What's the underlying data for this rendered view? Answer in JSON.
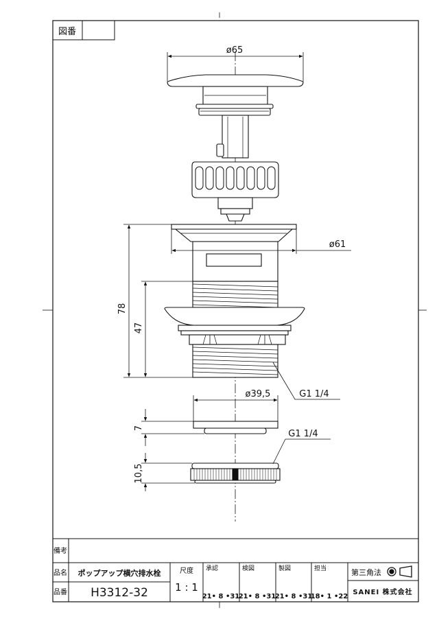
{
  "sheet": {
    "drawing_number_label": "図番",
    "drawing_number_value": ""
  },
  "dimensions": {
    "cap_diameter": "ø65",
    "flange_diameter": "ø61",
    "overall_length": "78",
    "thread_length": "47",
    "nut_diameter": "ø39,5",
    "thread_upper": "G1 1/4",
    "thread_lower": "G1 1/4",
    "washer_thickness": "7",
    "cap_nut_thickness": "10,5"
  },
  "title_block": {
    "remarks_label": "備考",
    "remarks_value": "",
    "name_label": "品名",
    "name_value": "ポップアップ横穴排水栓",
    "number_label": "品番",
    "number_value": "H3312-32",
    "scale_label": "尺度",
    "scale_value": "1 : 1",
    "approved_label": "承認",
    "approved_date": "21• 8 •31",
    "inspected_label": "検図",
    "inspected_date": "21• 8 •31",
    "drawn_label": "製図",
    "drawn_date": "21• 8 •31",
    "charge_label": "担当",
    "charge_date": "18• 1 •22",
    "projection_label": "第三角法",
    "company": "SANEI 株式会社"
  }
}
